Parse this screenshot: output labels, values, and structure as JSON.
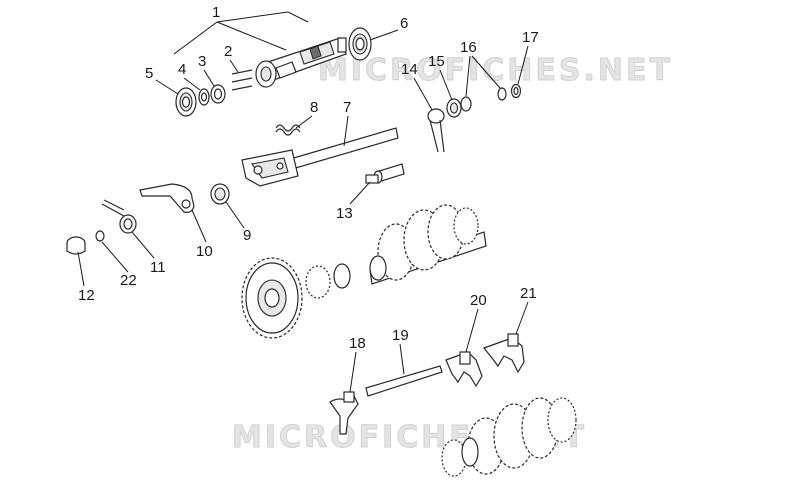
{
  "watermark": "MICROFICHES.NET",
  "callouts": [
    "1",
    "2",
    "3",
    "4",
    "5",
    "6",
    "7",
    "8",
    "9",
    "10",
    "11",
    "12",
    "13",
    "14",
    "15",
    "16",
    "17",
    "18",
    "19",
    "20",
    "21",
    "22"
  ]
}
